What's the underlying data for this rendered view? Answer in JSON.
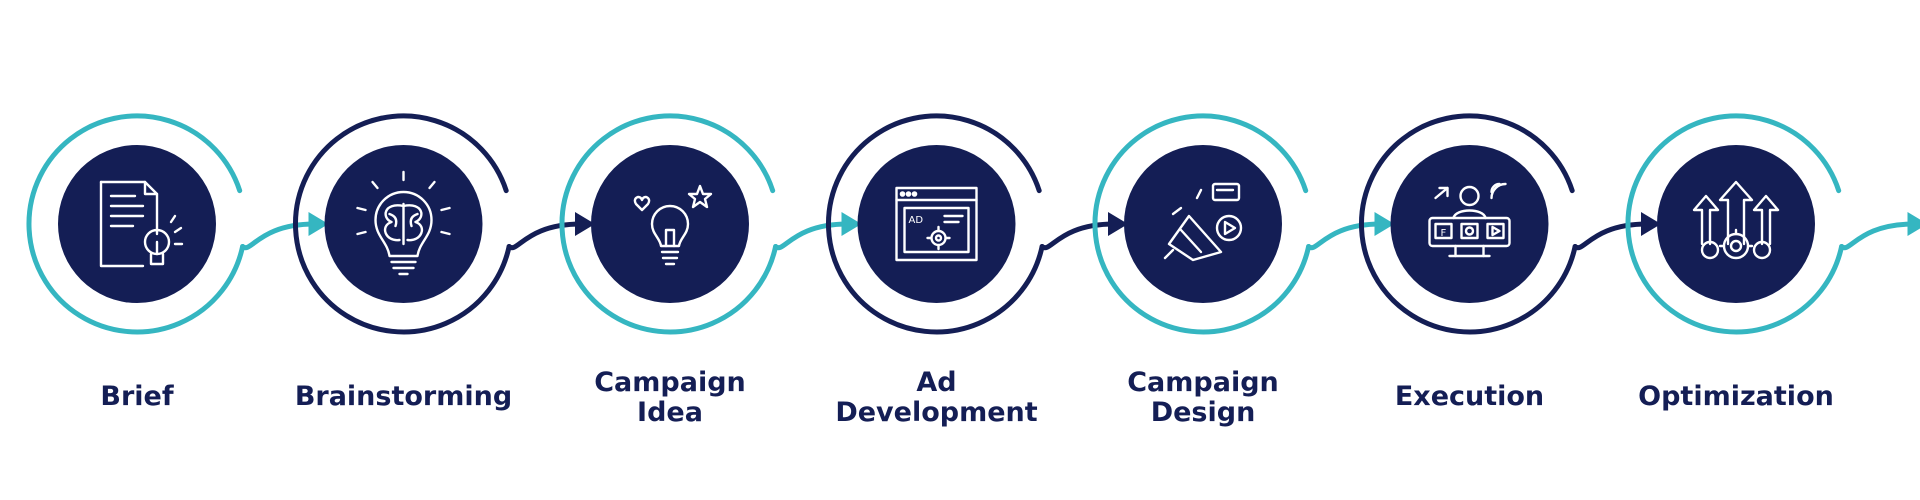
{
  "colors": {
    "navy": "#141e55",
    "teal": "#35b6c1"
  },
  "steps": [
    {
      "label": "Brief",
      "icon": "document-idea-icon",
      "ring": "teal"
    },
    {
      "label": "Brainstorming",
      "icon": "brain-bulb-icon",
      "ring": "navy"
    },
    {
      "label": "Campaign\nIdea",
      "icon": "lightbulb-idea-icon",
      "ring": "teal"
    },
    {
      "label": "Ad\nDevelopment",
      "icon": "ad-window-gear-icon",
      "ring": "navy"
    },
    {
      "label": "Campaign\nDesign",
      "icon": "megaphone-video-icon",
      "ring": "teal"
    },
    {
      "label": "Execution",
      "icon": "social-media-presenter-icon",
      "ring": "navy"
    },
    {
      "label": "Optimization",
      "icon": "gears-growth-arrows-icon",
      "ring": "teal"
    }
  ]
}
